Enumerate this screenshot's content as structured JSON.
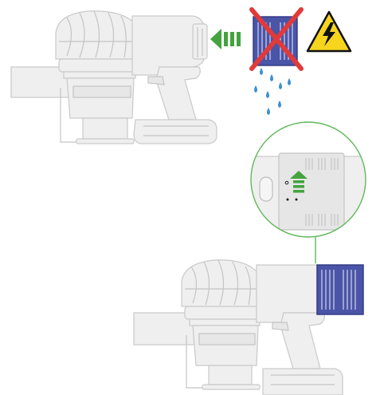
{
  "diagram": {
    "colors": {
      "filter_blue": "#4a55a7",
      "prohibit_red": "#e03a3a",
      "arrow_green": "#43a33f",
      "water_blue": "#3d8fd1",
      "warning_yellow": "#f7d51d",
      "outline_gray": "#c9c9c9",
      "zoom_circle_green": "#5fb85a"
    },
    "icons": [
      "vacuum-top",
      "arrow-left-icon",
      "filter-crossed-icon",
      "electric-hazard-icon",
      "water-drops-icon",
      "zoom-circle",
      "arrow-up-icon",
      "vacuum-bottom"
    ]
  }
}
